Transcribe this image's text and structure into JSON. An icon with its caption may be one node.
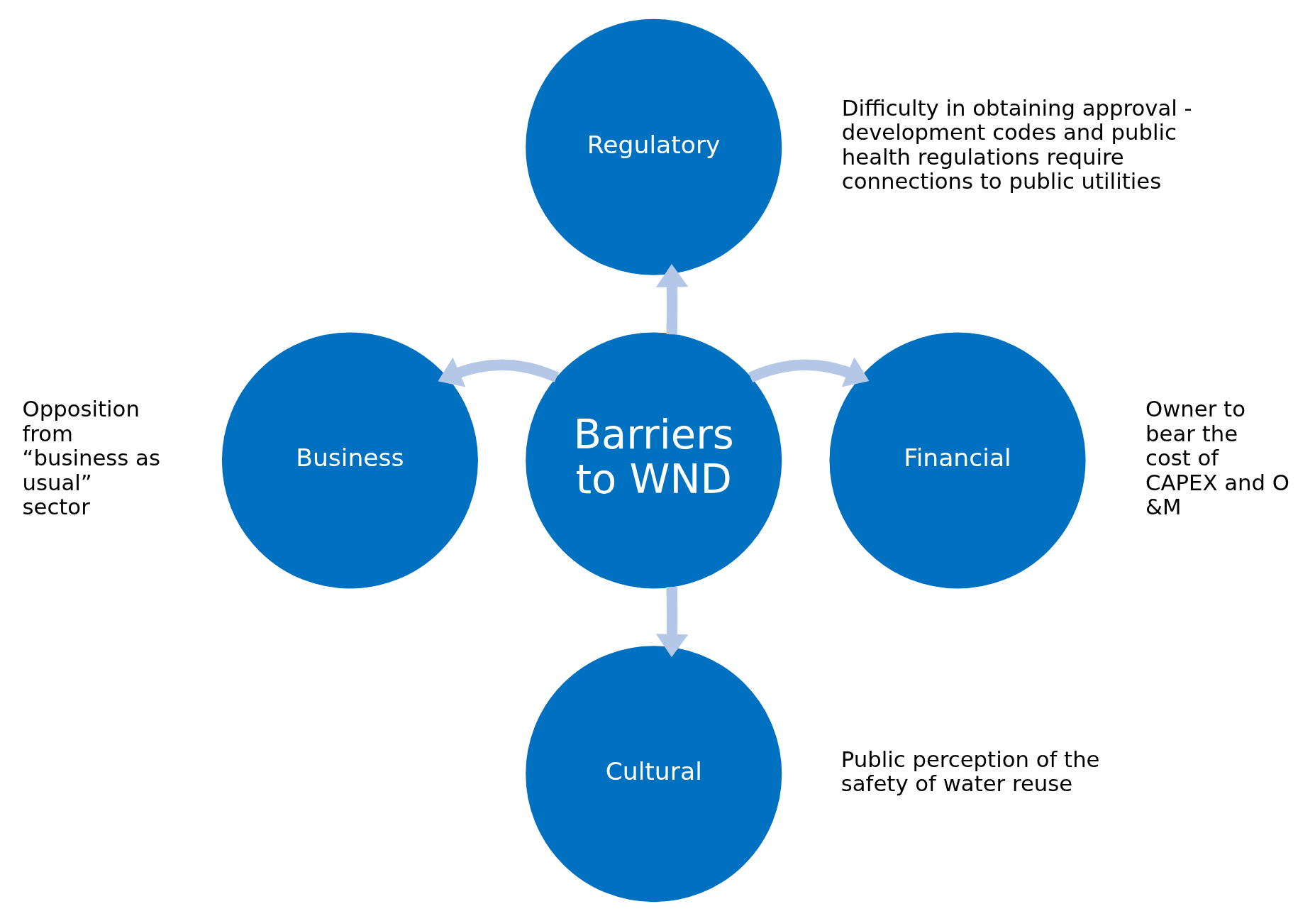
{
  "diagram": {
    "nodes": [
      {
        "text": [
          "Barriers to WND"
        ]
      },
      {
        "text": [
          "Regulatory"
        ],
        "beside": [
          "Difficulty in obtaining approval - development codes and public health regulations require connections to public utilities"
        ]
      },
      {
        "text": [
          "Business"
        ],
        "beside": [
          "Opposition from “business as usual” sector"
        ]
      },
      {
        "text": [
          "Financial"
        ],
        "beside": [
          "Owner to bear the cost of CAPEX and O &M"
        ]
      },
      {
        "text": [
          "Cultural"
        ],
        "beside": [
          "Public perception of the safety of water reuse"
        ]
      }
    ],
    "edges": [
      {
        "from": 0,
        "to": 1,
        "arrow": "to"
      },
      {
        "from": 0,
        "to": 2,
        "arrow": "to"
      },
      {
        "from": 0,
        "to": 3,
        "arrow": "to"
      },
      {
        "from": 0,
        "to": 4,
        "arrow": "to"
      }
    ]
  }
}
